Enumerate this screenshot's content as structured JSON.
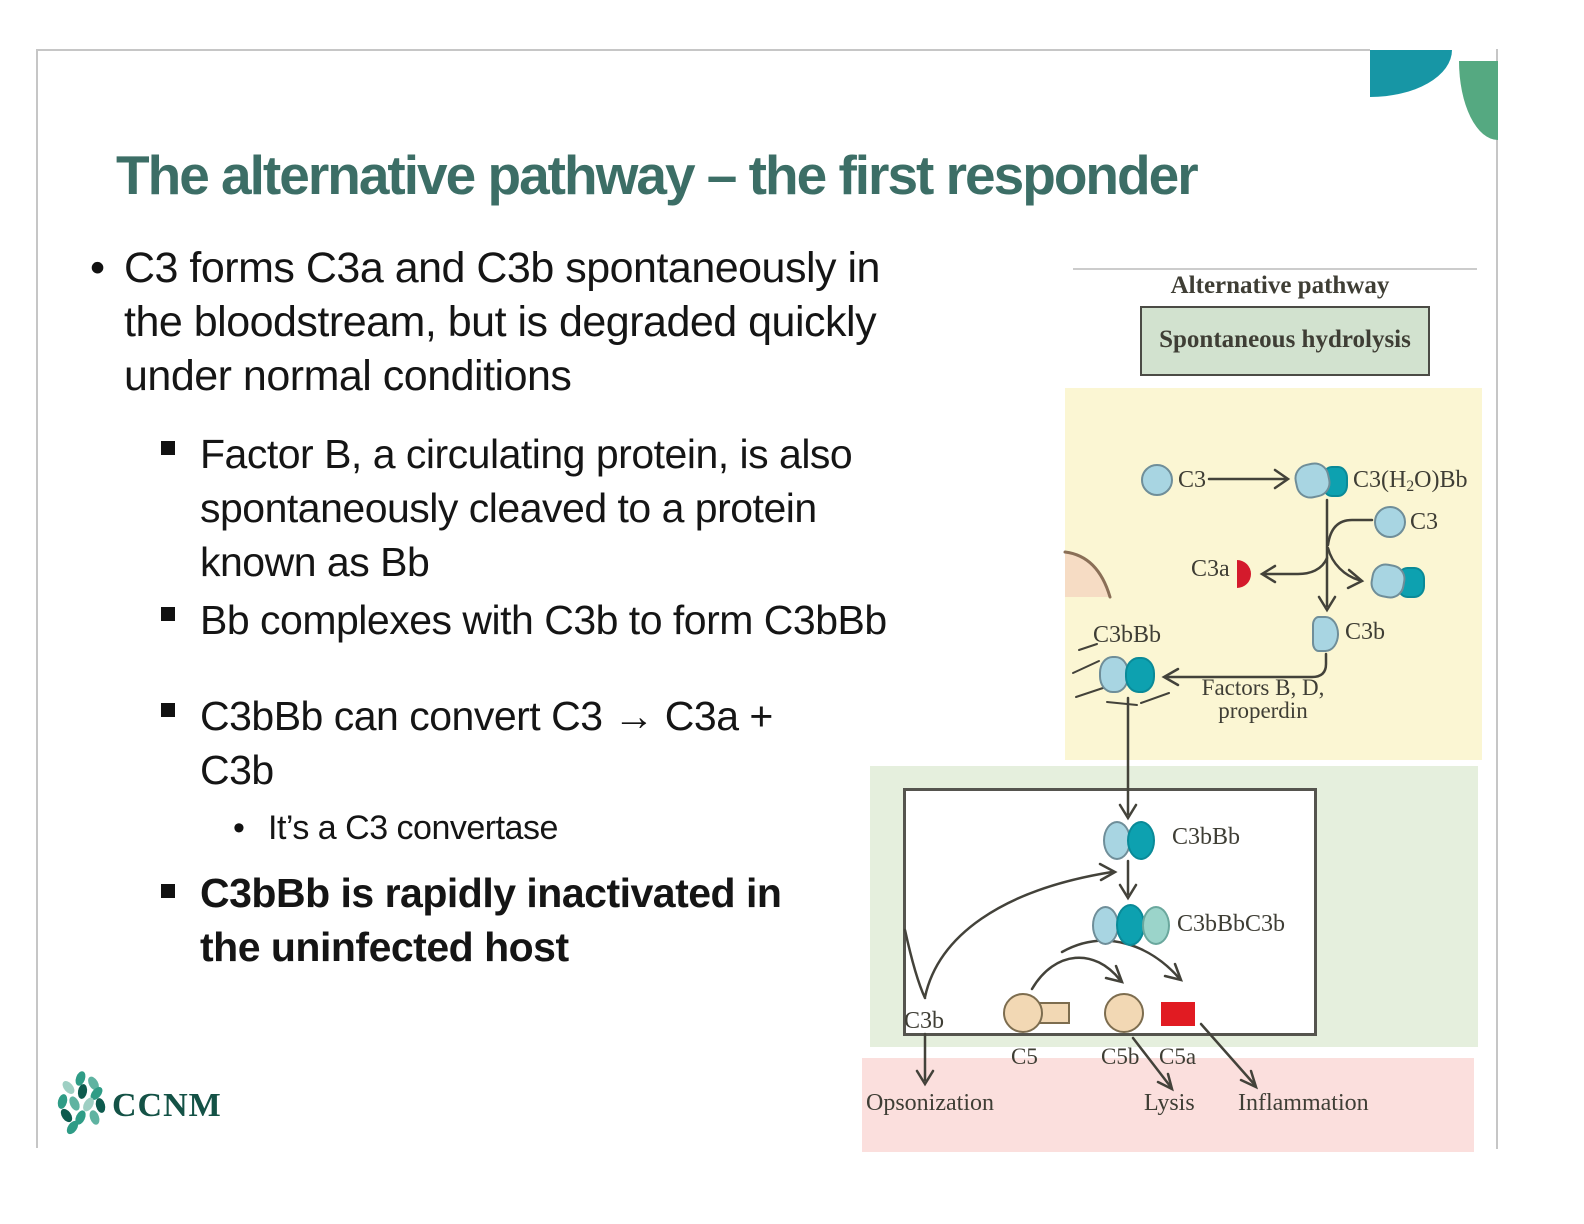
{
  "slide": {
    "title": "The alternative pathway – the first responder",
    "bullet_char": "•",
    "bullets": {
      "main": {
        "lines": [
          "C3 forms C3a and C3b spontaneously in",
          "the bloodstream, but is degraded quickly",
          "under normal conditions"
        ]
      },
      "sub1": {
        "lines": [
          "Factor B, a circulating protein, is also",
          "spontaneously cleaved to a protein",
          "known as Bb"
        ]
      },
      "sub2": {
        "lines": [
          "Bb complexes with C3b to form C3bBb"
        ]
      },
      "sub3": {
        "lines": [
          "C3bBb can convert C3 → C3a +",
          "C3b"
        ]
      },
      "subsub": {
        "lines": [
          "It’s a C3 convertase"
        ]
      },
      "sub4": {
        "lines": [
          "C3bBb is rapidly inactivated in",
          "the uninfected host"
        ]
      }
    },
    "figure": {
      "header": "Alternative pathway",
      "hydrolysis_box": "Spontaneous hydrolysis",
      "yellow": {
        "c3_left": "C3",
        "complex_prefix": "C3(H",
        "complex_sub": "2",
        "complex_suffix": "O)Bb",
        "c3_right": "C3",
        "c3a": "C3a",
        "c3b": "C3b",
        "c3bbb": "C3bBb",
        "factors_line1": "Factors B, D,",
        "factors_line2": "properdin"
      },
      "convertase_box": {
        "c3bbb": "C3bBb",
        "c3bbbc3b": "C3bBbC3b",
        "c3b": "C3b",
        "c5": "C5",
        "c5b": "C5b",
        "c5a": "C5a"
      },
      "outcomes": {
        "opsonization": "Opsonization",
        "lysis": "Lysis",
        "inflammation": "Inflammation"
      }
    },
    "logo": {
      "text": "CCNM"
    },
    "colors": {
      "title": "#3c6e66",
      "deco_teal": "#1796a5",
      "deco_green": "#55a981",
      "yellow_band": "#fbf6d3",
      "green_band": "#e5efdd",
      "pink_band": "#fbdfdd",
      "hydrolysis_fill": "#d2e2cf",
      "protein_light_blue": "#a8d5e2",
      "protein_dark_teal": "#0da1b0",
      "protein_peach": "#f2d8b4",
      "fragment_red": "#dd1c24",
      "logo_green": "#145246"
    }
  }
}
